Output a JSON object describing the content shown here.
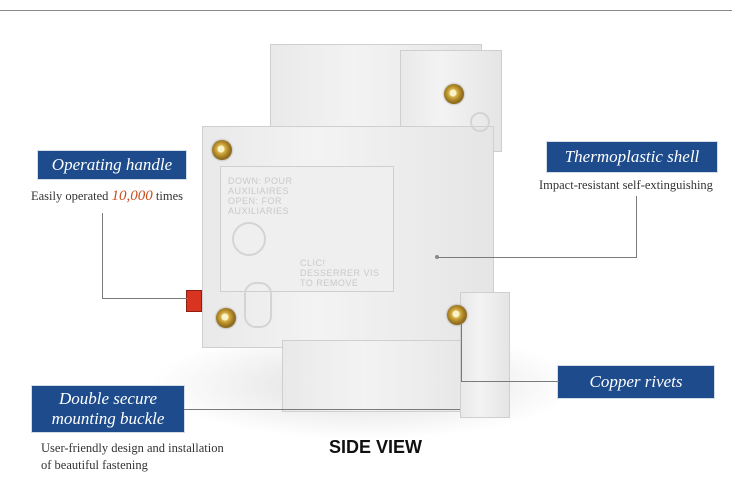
{
  "callouts": {
    "operating_handle": {
      "title": "Operating handle",
      "desc_prefix": "Easily operated ",
      "desc_highlight": "10,000",
      "desc_suffix": " times"
    },
    "thermoplastic_shell": {
      "title": "Thermoplastic shell",
      "desc": "Impact-resistant self-extinguishing"
    },
    "copper_rivets": {
      "title": "Copper rivets"
    },
    "mounting_buckle": {
      "title_line1": "Double secure",
      "title_line2": "mounting buckle",
      "desc_line1": "User-friendly design and installation",
      "desc_line2": "of beautiful fastening"
    }
  },
  "caption": "SIDE VIEW",
  "engravings": {
    "block1": [
      "DOWN: POUR",
      "AUXILIAIRES",
      "OPEN: FOR",
      "AUXILIARIES"
    ],
    "block2": [
      "CLIC!",
      "DESSERRER VIS",
      "TO REMOVE"
    ]
  },
  "colors": {
    "label_bg": "#1d4b8c",
    "highlight": "#c8501f",
    "handle": "#d8341f",
    "rivet": "#d8b24a"
  }
}
